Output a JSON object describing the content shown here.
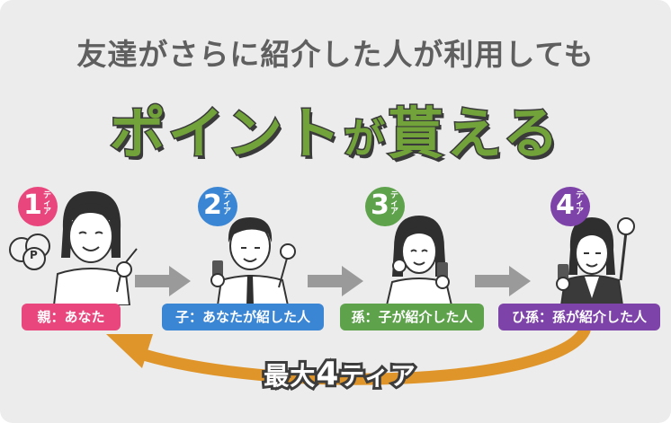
{
  "subtitle": "友達がさらに紹介した人が利用しても",
  "headline": {
    "part1": "ポイント",
    "part2": "が",
    "part3": "貰える"
  },
  "tier_suffix": "ティア",
  "tiers": [
    {
      "number": "1",
      "label": "親：あなた",
      "color": "#e9467d"
    },
    {
      "number": "2",
      "label": "子：あなたが紹した人",
      "color": "#3b86d4"
    },
    {
      "number": "3",
      "label": "孫：子が紹介した人",
      "color": "#5ea24c"
    },
    {
      "number": "4",
      "label": "ひ孫：孫が紹介した人",
      "color": "#7d43a8"
    }
  ],
  "coin_text": "P",
  "max_tier": {
    "prefix": "最大",
    "number": "4",
    "suffix": "ティア"
  },
  "colors": {
    "background": "#ececec",
    "headline": "#72a23a",
    "return_arrow": "#e0952a",
    "step_arrow": "#9a9a9a"
  }
}
